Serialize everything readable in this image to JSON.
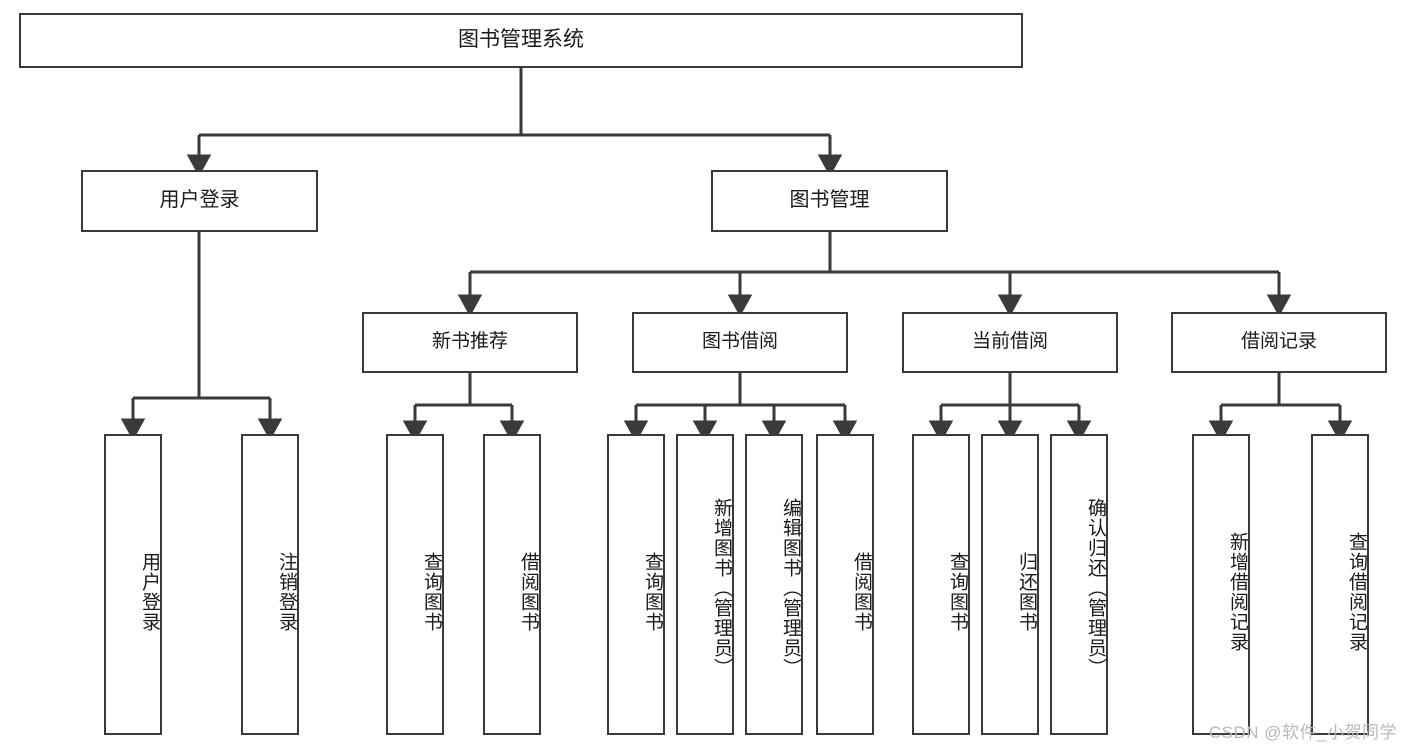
{
  "diagram": {
    "type": "hierarchy-tree",
    "title": "图书管理系统",
    "root": {
      "label": "图书管理系统"
    },
    "level2": [
      {
        "label": "用户登录"
      },
      {
        "label": "图书管理"
      }
    ],
    "level3": [
      {
        "label": "新书推荐"
      },
      {
        "label": "图书借阅"
      },
      {
        "label": "当前借阅"
      },
      {
        "label": "借阅记录"
      }
    ],
    "leaves": {
      "user_login": [
        {
          "label": "用户登录"
        },
        {
          "label": "注销登录"
        }
      ],
      "new_book_recommend": [
        {
          "label": "查询图书"
        },
        {
          "label": "借阅图书"
        }
      ],
      "book_borrow": [
        {
          "label": "查询图书"
        },
        {
          "label": "新增图书（管理员）"
        },
        {
          "label": "编辑图书（管理员）"
        },
        {
          "label": "借阅图书"
        }
      ],
      "current_borrow": [
        {
          "label": "查询图书"
        },
        {
          "label": "归还图书"
        },
        {
          "label": "确认归还（管理员）"
        }
      ],
      "borrow_record": [
        {
          "label": "新增借阅记录"
        },
        {
          "label": "查询借阅记录"
        }
      ]
    }
  },
  "watermark": {
    "text": "CSDN @软件_小贺同学"
  },
  "colors": {
    "stroke": "#3a3a3a",
    "background": "#ffffff",
    "text": "#1a1a1a",
    "watermark": "#b9b9b9"
  }
}
